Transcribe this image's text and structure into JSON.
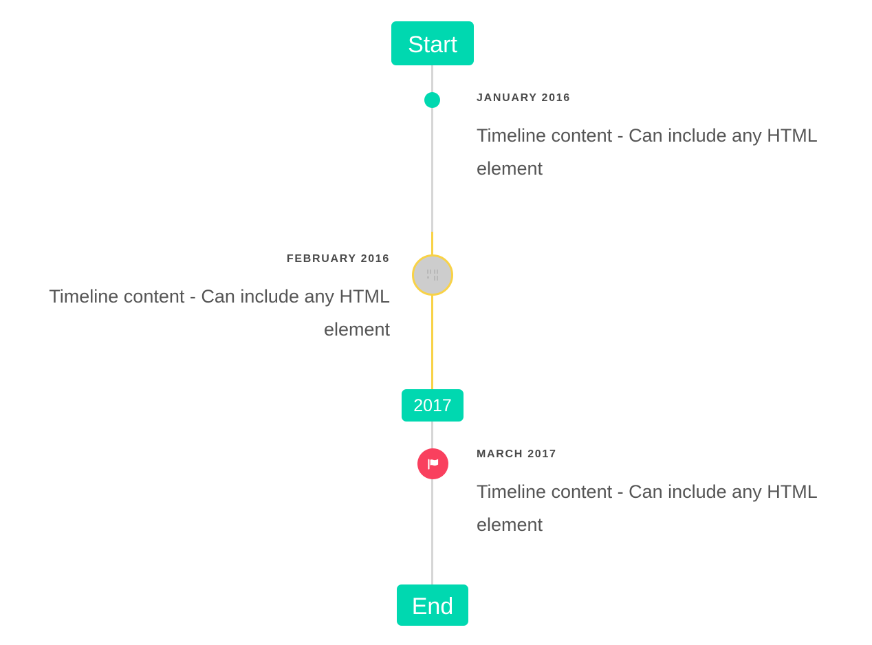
{
  "timeline": {
    "caps": {
      "start": {
        "label": "Start",
        "color": "#00d8b0"
      },
      "middle": {
        "label": "2017",
        "color": "#00d8b0"
      },
      "end": {
        "label": "End",
        "color": "#00d8b0"
      }
    },
    "line": {
      "default_color": "#d6d6d6",
      "highlight_color": "#f8d247"
    },
    "entries": [
      {
        "date": "January 2016",
        "body": "Timeline content - Can include any HTML element",
        "side": "right",
        "marker": {
          "type": "dot",
          "icon": "dot-icon",
          "color": "#00d8b0"
        }
      },
      {
        "date": "February 2016",
        "body": "Timeline content - Can include any HTML element",
        "side": "left",
        "marker": {
          "type": "image",
          "icon": "broken-image-icon",
          "color": "#cdcdcd",
          "border_color": "#f8d247"
        }
      },
      {
        "date": "March 2017",
        "body": "Timeline content - Can include any HTML element",
        "side": "right",
        "marker": {
          "type": "icon",
          "icon": "flag-icon",
          "color": "#f9405e"
        }
      }
    ]
  }
}
